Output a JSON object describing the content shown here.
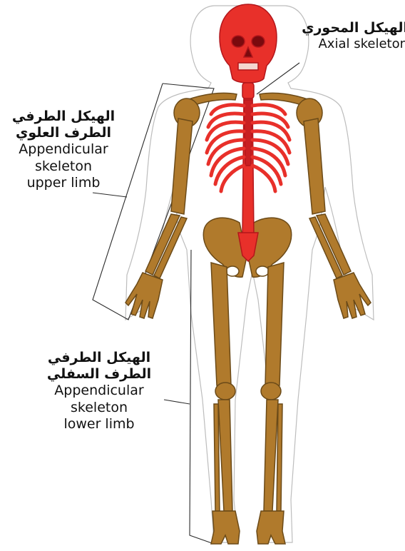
{
  "labels": {
    "axial": {
      "arabic": "الهيكل المحوري",
      "english": "Axial skeleton"
    },
    "upper_limb": {
      "arabic_1": "الهيكل الطرفي",
      "arabic_2": "الطرف العلوي",
      "english_1": "Appendicular",
      "english_2": "skeleton",
      "english_3": "upper limb"
    },
    "lower_limb": {
      "arabic_1": "الهيكل الطرفي",
      "arabic_2": "الطرف السفلي",
      "english_1": "Appendicular",
      "english_2": "skeleton",
      "english_3": "lower limb"
    }
  },
  "colors": {
    "axial_skeleton": "#e8302a",
    "axial_dark": "#b3161b",
    "appendicular_skeleton": "#b07a2c",
    "appendicular_outline": "#6b4a18",
    "body_outline": "#9a9a9a",
    "background": "#ffffff"
  }
}
